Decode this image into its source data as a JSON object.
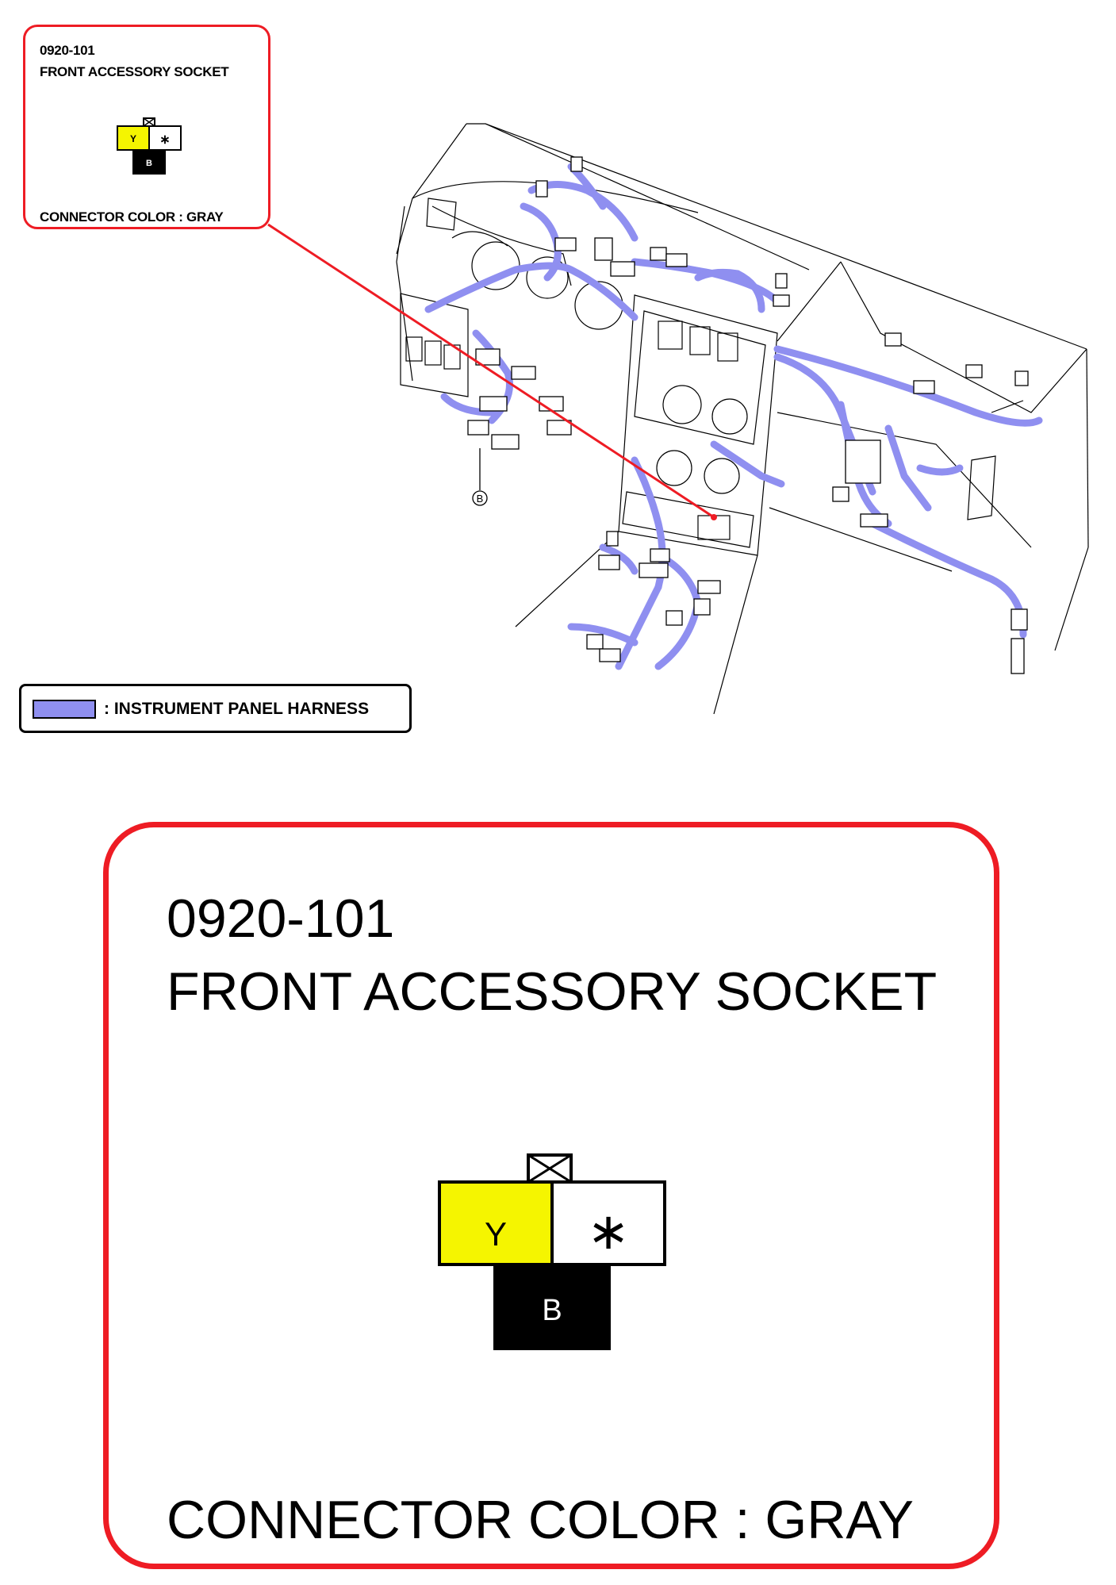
{
  "connector": {
    "code": "0920-101",
    "name": "FRONT ACCESSORY SOCKET",
    "color_note": "CONNECTOR COLOR : GRAY",
    "pins": {
      "top_left": "Y",
      "top_right": "∗",
      "bottom": "B"
    },
    "pin_colors": {
      "yellow": "#f5f500",
      "white": "#ffffff",
      "black": "#000000"
    }
  },
  "legend": {
    "label": ": INSTRUMENT PANEL HARNESS",
    "harness_color": "#8f8ff0"
  },
  "diagram": {
    "ground_label": "B",
    "callout_color": "#ee1c24"
  }
}
